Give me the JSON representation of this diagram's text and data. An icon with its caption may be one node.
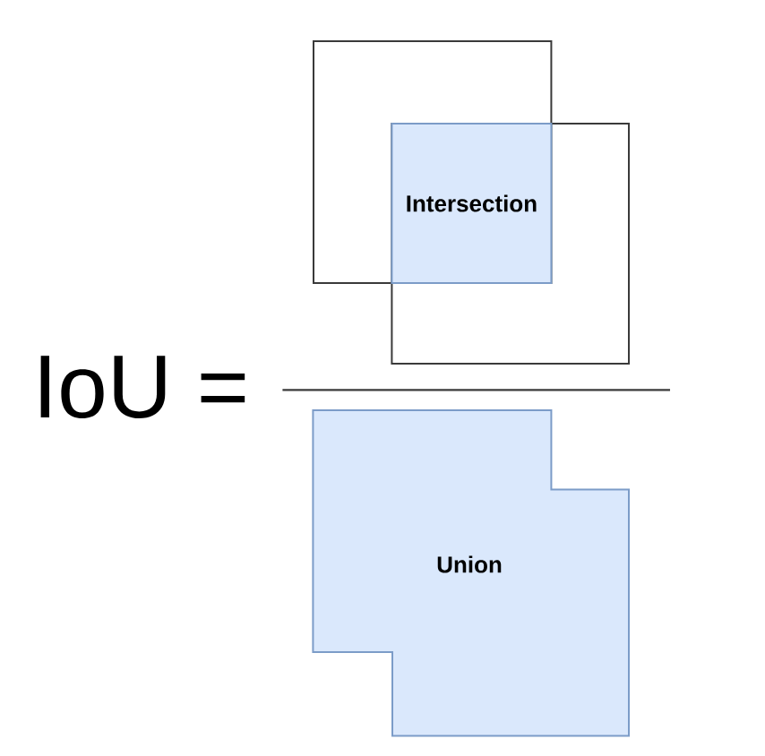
{
  "diagram": {
    "nodes": [
      {
        "text": [],
        "shape": "box"
      },
      {
        "text": [],
        "shape": "box"
      },
      {
        "text": [
          "Intersection"
        ]
      },
      {
        "text": [
          "Union"
        ]
      }
    ],
    "labels": [
      "IoU ="
    ]
  }
}
